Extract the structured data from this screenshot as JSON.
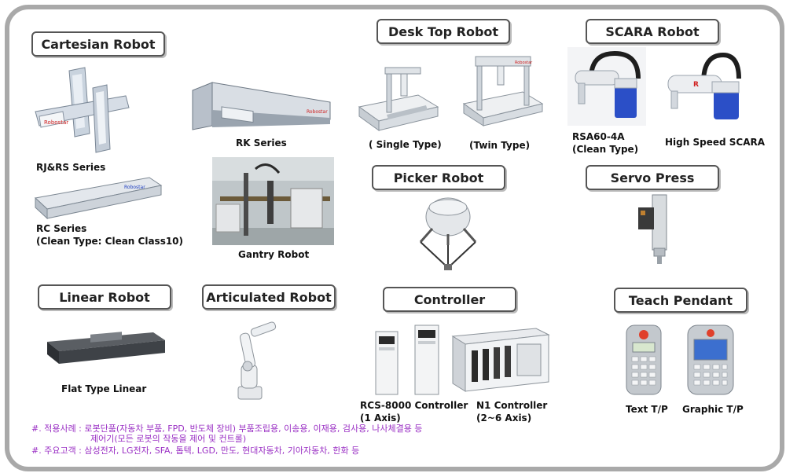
{
  "categories": {
    "cartesian": "Cartesian Robot",
    "desktop": "Desk Top Robot",
    "scara": "SCARA Robot",
    "picker": "Picker Robot",
    "servo": "Servo Press",
    "linear": "Linear Robot",
    "articulated": "Articulated Robot",
    "controller": "Controller",
    "teach": "Teach Pendant"
  },
  "captions": {
    "rjrs": "RJ&RS Series",
    "rk": "RK Series",
    "rc_line1": "RC Series",
    "rc_line2": "(Clean Type: Clean Class10)",
    "gantry": "Gantry Robot",
    "single": "( Single Type)",
    "twin": "(Twin Type)",
    "rsa_line1": "RSA60-4A",
    "rsa_line2": "(Clean Type)",
    "hs_scara": "High Speed SCARA",
    "flat_linear": "Flat Type Linear",
    "rcs_line1": "RCS-8000 Controller",
    "rcs_line2": "(1 Axis)",
    "n1_line1": "N1 Controller",
    "n1_line2": "(2~6 Axis)",
    "text_tp": "Text T/P",
    "graphic_tp": "Graphic T/P"
  },
  "notes": {
    "line1": "#. 적용사례 : 로봇단품(자동차 부품, FPD, 반도체 장비) 부품조립용, 이송용, 이재용, 검사용, 나사체결용 등",
    "line2": "제어기(모든 로봇의 작동을 제어 및 컨트롤)",
    "line3": "#. 주요고객 : 삼성전자, LG전자, SFA, 톱텍, LGD, 만도, 현대자동차, 기아자동차, 한화 등"
  },
  "colors": {
    "frame": "#a9a9a9",
    "note_text": "#9a2fc4",
    "scara_blue": "#2b4fc7",
    "pendant_red": "#e0402b"
  }
}
